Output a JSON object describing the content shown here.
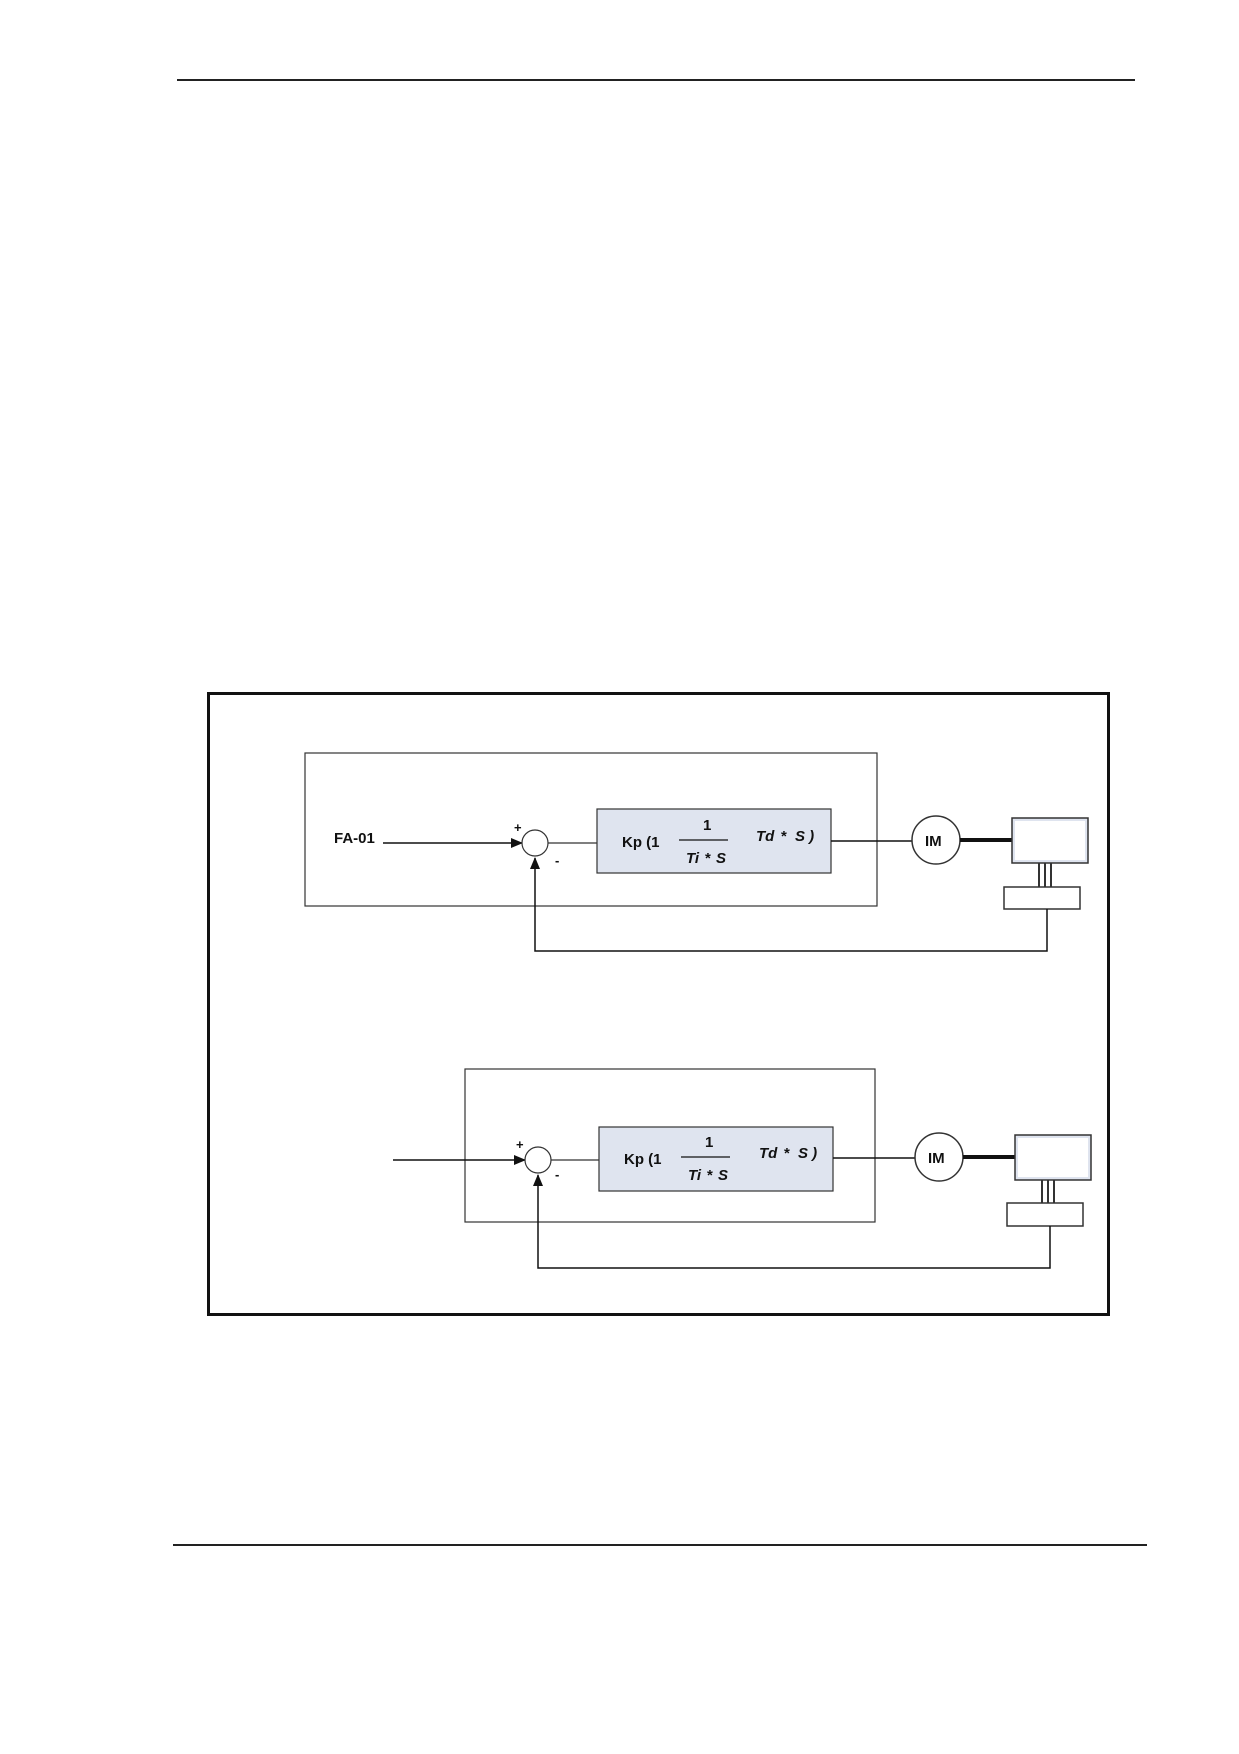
{
  "diagram": {
    "loop1": {
      "input_label": "FA-01",
      "plus_sign": "+",
      "minus_sign": "-",
      "pid": {
        "prefix": "Kp (1",
        "numerator": "1",
        "denominator_a": "Ti",
        "denominator_op": "*",
        "denominator_b": "S",
        "derivative_a": "Td",
        "derivative_op": "*",
        "derivative_b": "S )"
      },
      "motor_label": "IM"
    },
    "loop2": {
      "plus_sign": "+",
      "minus_sign": "-",
      "pid": {
        "prefix": "Kp (1",
        "numerator": "1",
        "denominator_a": "Ti",
        "denominator_op": "*",
        "denominator_b": "S",
        "derivative_a": "Td",
        "derivative_op": "*",
        "derivative_b": "S )"
      },
      "motor_label": "IM"
    },
    "colors": {
      "pid_fill": "#dfe4ef",
      "line": "#111111"
    }
  }
}
